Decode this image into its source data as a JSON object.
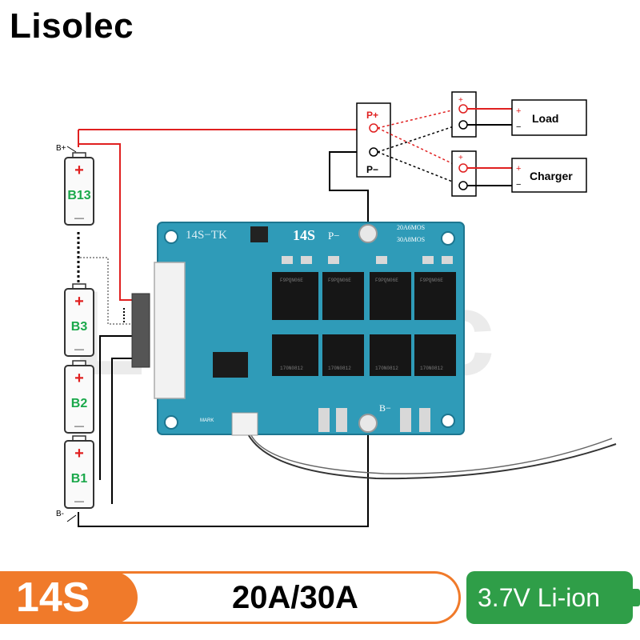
{
  "brand": "Lisolec",
  "watermark": "Lisolec",
  "pack": {
    "positive_terminal": "B+",
    "negative_terminal": "B-",
    "cells": [
      {
        "label": "B13",
        "plus": "+",
        "minus": "—"
      },
      {
        "label": "B3",
        "plus": "+",
        "minus": "—"
      },
      {
        "label": "B2",
        "plus": "+",
        "minus": "—"
      },
      {
        "label": "B1",
        "plus": "+",
        "minus": "—"
      }
    ]
  },
  "output_terminals": {
    "p_plus": "P+",
    "p_minus": "P−"
  },
  "loads": [
    {
      "label": "Load",
      "plus": "+",
      "minus": "−"
    },
    {
      "label": "Charger",
      "plus": "+",
      "minus": "−"
    }
  ],
  "board": {
    "model": "14S−TK",
    "series": "14S",
    "p_minus": "P−",
    "b_minus": "B−",
    "mos_20a": "20A6MOS",
    "mos_30a": "30A8MOS",
    "mark": "MARK",
    "mosfet_top": "F9PQN06E",
    "mosfet_bottom": "170N0812",
    "color": "#2f9bb8"
  },
  "footer": {
    "cells": "14S",
    "current": "20A/30A",
    "chemistry": "3.7V Li-ion"
  },
  "colors": {
    "positive_wire": "#e02020",
    "negative_wire": "#000000",
    "orange": "#f07a2a",
    "green": "#2f9e48",
    "cell_plus": "#e02020",
    "cell_label": "#1aa84a"
  }
}
